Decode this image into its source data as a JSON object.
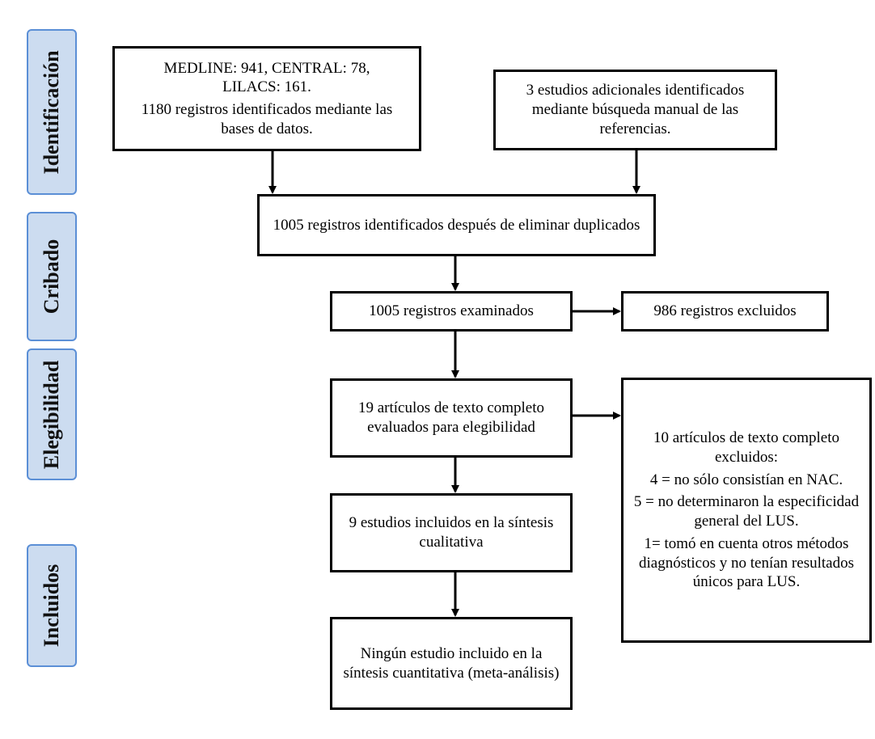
{
  "stages": [
    {
      "id": "identificacion",
      "label": "Identificación"
    },
    {
      "id": "cribado",
      "label": "Cribado"
    },
    {
      "id": "elegibilidad",
      "label": "Elegibilidad"
    },
    {
      "id": "incluidos",
      "label": "Incluidos"
    }
  ],
  "boxes": {
    "databases": {
      "line1": "MEDLINE: 941, CENTRAL: 78,",
      "line2": "LILACS: 161.",
      "line3": "1180 registros identificados mediante las bases de datos."
    },
    "manual": {
      "text": "3 estudios adicionales identificados mediante búsqueda manual de las referencias."
    },
    "dedup": {
      "text": "1005 registros identificados después de eliminar duplicados"
    },
    "screened": {
      "text": "1005 registros examinados"
    },
    "excluded_screen": {
      "text": "986 registros excluidos"
    },
    "fulltext": {
      "text": "19 artículos de texto completo evaluados para elegibilidad"
    },
    "excluded_fulltext": {
      "title": "10 artículos de texto completo excluidos:",
      "reason1": "4 = no sólo consistían en NAC.",
      "reason2": "5 = no determinaron la especificidad general del LUS.",
      "reason3": "1= tomó en cuenta otros métodos diagnósticos y no tenían resultados únicos para LUS."
    },
    "qualitative": {
      "text": "9 estudios incluidos en la síntesis cualitativa"
    },
    "quantitative": {
      "text": "Ningún estudio incluido en la síntesis cuantitativa (meta-análisis)"
    }
  }
}
